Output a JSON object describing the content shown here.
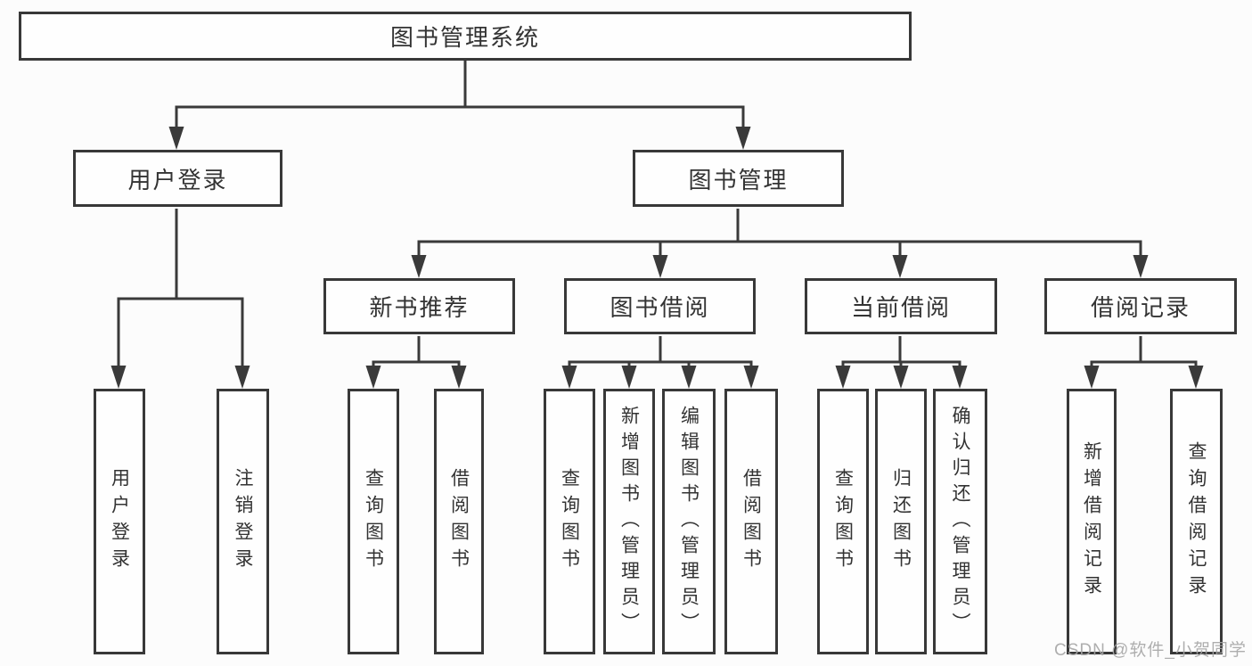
{
  "colors": {
    "line": "#3a3a3a",
    "border": "#383838",
    "text": "#333333",
    "watermark_color": "#a6a6a6",
    "background": "#fcfcfc"
  },
  "watermark": {
    "text": "CSDN @软件_小贺同学"
  },
  "tree": {
    "root": {
      "label": "图书管理系统"
    },
    "branches": [
      {
        "id": "user-login",
        "label": "用户登录",
        "children": [
          "用户登录",
          "注销登录"
        ]
      },
      {
        "id": "book-management",
        "label": "图书管理",
        "sections": [
          {
            "id": "new-book-recommend",
            "label": "新书推荐",
            "children": [
              "查询图书",
              "借阅图书"
            ]
          },
          {
            "id": "book-borrow",
            "label": "图书借阅",
            "children": [
              "查询图书",
              "新增图书（管理员）",
              "编辑图书（管理员）",
              "借阅图书"
            ]
          },
          {
            "id": "current-borrow",
            "label": "当前借阅",
            "children": [
              "查询图书",
              "归还图书",
              "确认归还（管理员）"
            ]
          },
          {
            "id": "borrow-records",
            "label": "借阅记录",
            "children": [
              "新增借阅记录",
              "查询借阅记录"
            ]
          }
        ]
      }
    ]
  }
}
